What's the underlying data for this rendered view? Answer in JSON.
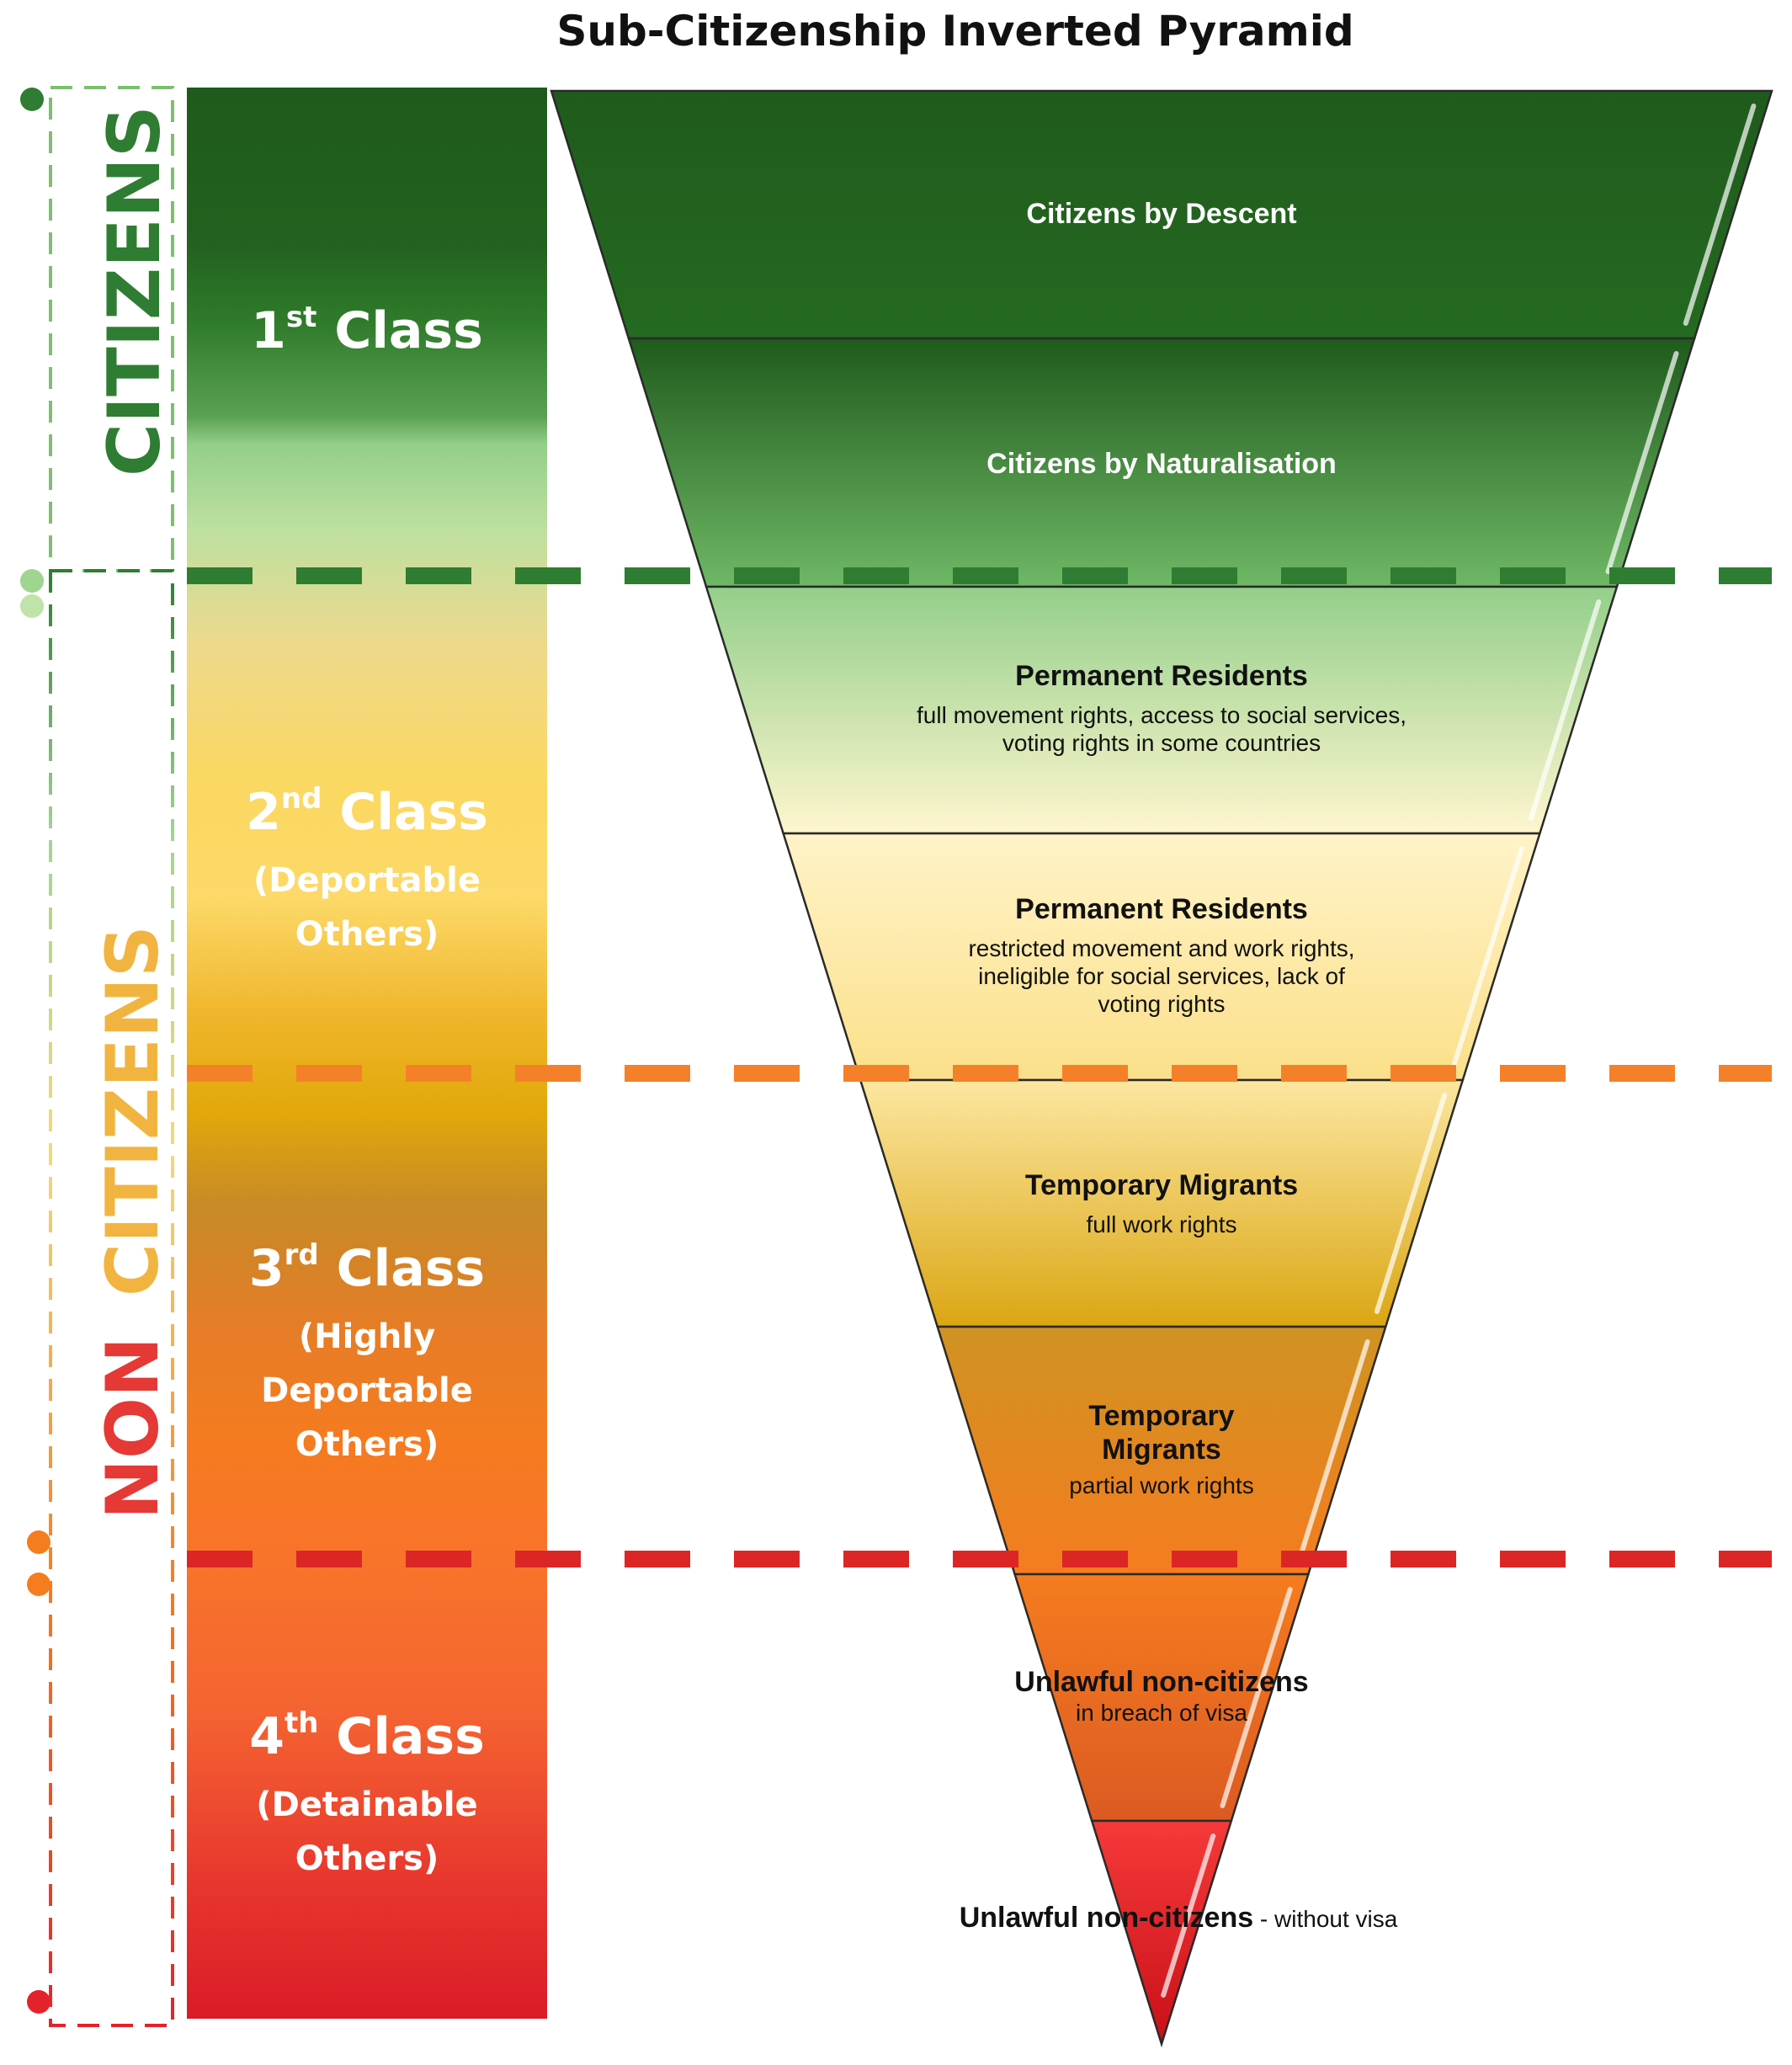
{
  "title": "Sub-Citizenship Inverted Pyramid",
  "side_labels": {
    "citizens": {
      "text": "CITIZENS",
      "color": "#2e7d32"
    },
    "non": {
      "text": "NON",
      "color": "#e53935"
    },
    "citizens_non": {
      "text": "CITIZENS",
      "color": "#f2b440"
    }
  },
  "classes": [
    {
      "name": "1",
      "suffix": "st",
      "word": "Class",
      "desc": ""
    },
    {
      "name": "2",
      "suffix": "nd",
      "word": "Class",
      "desc": "(Deportable\nOthers)"
    },
    {
      "name": "3",
      "suffix": "rd",
      "word": "Class",
      "desc": "(Highly\nDeportable\nOthers)"
    },
    {
      "name": "4",
      "suffix": "th",
      "word": "Class",
      "desc": "(Detainable\nOthers)"
    }
  ],
  "tiers": [
    {
      "title": "Citizens by Descent",
      "desc": "",
      "fill": [
        "#1f5b1c",
        "#256a21"
      ]
    },
    {
      "title": "Citizens by Naturalisation",
      "desc": "",
      "fill": [
        "#1f5b1c",
        "#6fb866"
      ]
    },
    {
      "title": "Permanent Residents",
      "desc": "full movement rights, access to social services,\nvoting rights in some countries",
      "fill": [
        "#93cf8a",
        "#fff6cf"
      ]
    },
    {
      "title": "Permanent Residents",
      "desc": "restricted movement and work rights,\nineligible for social services, lack of\nvoting rights",
      "fill": [
        "#fff3c8",
        "#fbe08a"
      ]
    },
    {
      "title": "Temporary Migrants",
      "desc": "full work rights",
      "fill": [
        "#fce7a0",
        "#dba614"
      ]
    },
    {
      "title": "Temporary\nMigrants",
      "desc": "partial work rights",
      "fill": [
        "#cf9322",
        "#f57c1f"
      ]
    },
    {
      "title": "Unlawful non-citizens",
      "desc": "in breach of visa",
      "fill": [
        "#f57c1f",
        "#dc5a22"
      ]
    },
    {
      "title": "Unlawful non-citizens",
      "desc": " - without visa",
      "fill": [
        "#f63a3a",
        "#c81018"
      ]
    }
  ],
  "dividers": [
    {
      "color": "#2e7d32"
    },
    {
      "color": "#f5802a"
    },
    {
      "color": "#dc2626"
    }
  ]
}
